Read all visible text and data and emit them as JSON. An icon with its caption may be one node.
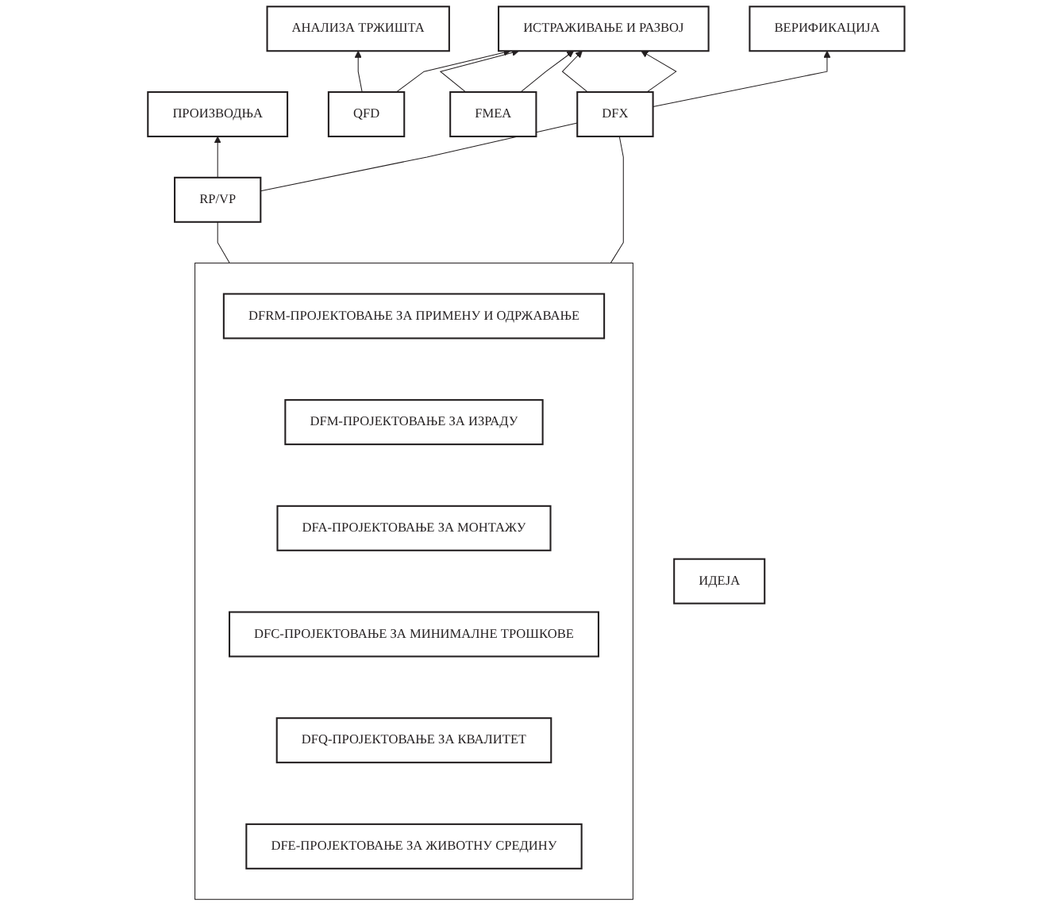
{
  "diagram": {
    "nodes": [
      {
        "text": [
          "ИДЕЈА"
        ]
      },
      {
        "text": [
          "АНАЛИЗА ТРЖИШТА"
        ]
      },
      {
        "text": [
          "ИСТРАЖИВАЊЕ И РАЗВОЈ"
        ]
      },
      {
        "text": [
          "ВЕРИФИКАЦИЈА"
        ]
      },
      {
        "text": [
          "ПРОИЗВОДЊА"
        ]
      },
      {
        "text": [
          "QFD"
        ]
      },
      {
        "text": [
          "FMEA"
        ]
      },
      {
        "text": [
          "DFX"
        ]
      },
      {
        "text": [
          "RP/VP"
        ]
      },
      {
        "text": [],
        "shape": "box"
      },
      {
        "text": [
          "DFRM-ПРОЈЕКТОВАЊЕ ЗА ПРИМЕНУ И ОДРЖАВАЊЕ"
        ],
        "in": 9
      },
      {
        "text": [
          "DFM-ПРОЈЕКТОВАЊЕ ЗА ИЗРАДУ"
        ],
        "in": 9
      },
      {
        "text": [
          "DFA-ПРОЈЕКТОВАЊЕ ЗА МОНТАЖУ"
        ],
        "in": 9
      },
      {
        "text": [
          "DFC-ПРОЈЕКТОВАЊЕ ЗА МИНИМАЛНЕ ТРОШКОВЕ"
        ],
        "in": 9
      },
      {
        "text": [
          "DFQ-ПРОЈЕКТОВАЊЕ ЗА КВАЛИТЕТ"
        ],
        "in": 9
      },
      {
        "text": [
          "DFE-ПРОЈЕКТОВАЊЕ ЗА ЖИВОТНУ СРЕДИНУ"
        ],
        "in": 9
      }
    ],
    "edges": [
      {
        "from": 5,
        "to": 1,
        "arrow": "to"
      },
      {
        "from": 5,
        "to": 2,
        "arrow": "to"
      },
      {
        "from": 6,
        "to": 2,
        "arrow": "to"
      },
      {
        "from": 6,
        "to": 2,
        "arrow": "to"
      },
      {
        "from": 7,
        "to": 2,
        "arrow": "to"
      },
      {
        "from": 7,
        "to": 2,
        "arrow": "to"
      },
      {
        "from": 7,
        "to": 3,
        "arrow": "to"
      },
      {
        "from": 8,
        "to": 7,
        "arrow": "none"
      },
      {
        "from": 8,
        "to": 4,
        "arrow": "to"
      },
      {
        "from": 9,
        "to": 7,
        "arrow": "none"
      },
      {
        "from": 9,
        "to": 8,
        "arrow": "none"
      }
    ]
  }
}
